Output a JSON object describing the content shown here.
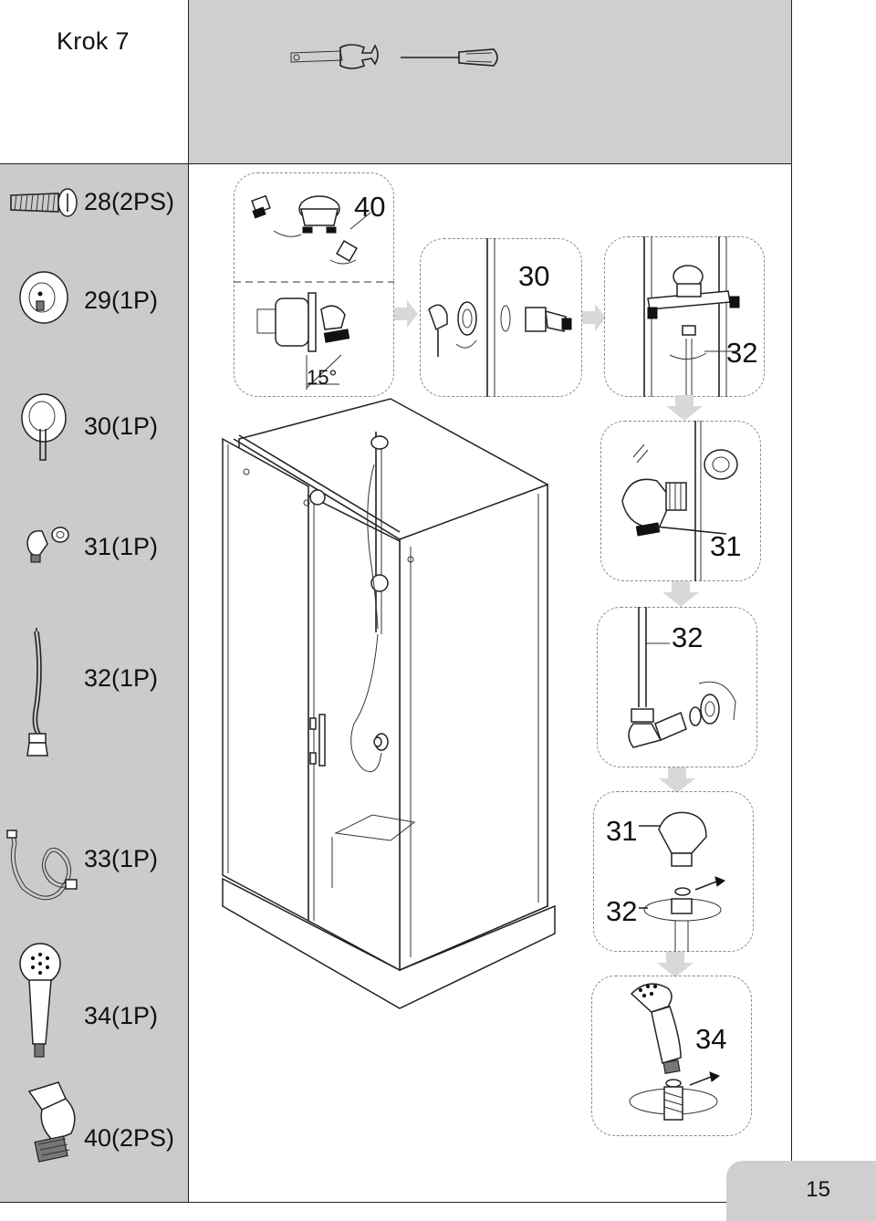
{
  "header": {
    "step_title": "Krok 7"
  },
  "parts": [
    {
      "label": "28(2PS)",
      "icon": "screw-icon"
    },
    {
      "label": "29(1P)",
      "icon": "wall-plate-icon"
    },
    {
      "label": "30(1P)",
      "icon": "mixer-cover-icon"
    },
    {
      "label": "31(1P)",
      "icon": "wall-outlet-icon"
    },
    {
      "label": "32(1P)",
      "icon": "flexible-pipe-icon"
    },
    {
      "label": "33(1P)",
      "icon": "shower-hose-icon"
    },
    {
      "label": "34(1P)",
      "icon": "hand-shower-icon"
    },
    {
      "label": "40(2PS)",
      "icon": "eccentric-connector-icon"
    }
  ],
  "callouts": {
    "c40": "40",
    "angle": "15°",
    "c30": "30",
    "c32_top": "32",
    "c31_mid": "31",
    "c32_mid": "32",
    "c31_low": "31",
    "c32_low": "32",
    "c34": "34"
  },
  "footer": {
    "page_number": "15"
  }
}
